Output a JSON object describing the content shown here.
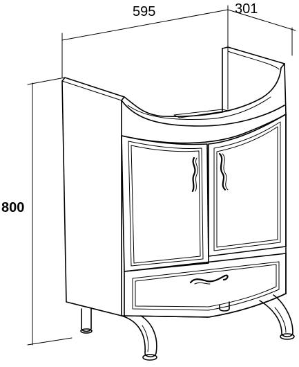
{
  "dimensions": {
    "width": "595",
    "depth": "301",
    "height": "800"
  },
  "colors": {
    "line": "#000000",
    "background": "#ffffff",
    "shadow": "#cfcfcf"
  }
}
